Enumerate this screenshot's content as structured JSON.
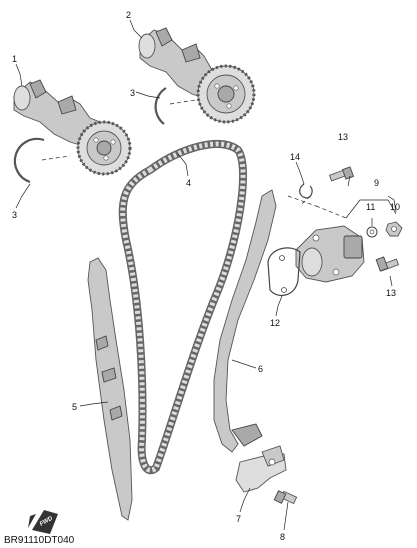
{
  "diagram": {
    "catalog_code": "BR91110DT040",
    "fwd_label": "FWD",
    "callouts": [
      {
        "id": "c1",
        "label": "1"
      },
      {
        "id": "c2",
        "label": "2"
      },
      {
        "id": "c3a",
        "label": "3"
      },
      {
        "id": "c3b",
        "label": "3"
      },
      {
        "id": "c4",
        "label": "4"
      },
      {
        "id": "c5",
        "label": "5"
      },
      {
        "id": "c6",
        "label": "6"
      },
      {
        "id": "c7",
        "label": "7"
      },
      {
        "id": "c8",
        "label": "8"
      },
      {
        "id": "c9",
        "label": "9"
      },
      {
        "id": "c10",
        "label": "10"
      },
      {
        "id": "c11",
        "label": "11"
      },
      {
        "id": "c12",
        "label": "12"
      },
      {
        "id": "c13a",
        "label": "13"
      },
      {
        "id": "c13b",
        "label": "13"
      },
      {
        "id": "c14",
        "label": "14"
      }
    ]
  }
}
